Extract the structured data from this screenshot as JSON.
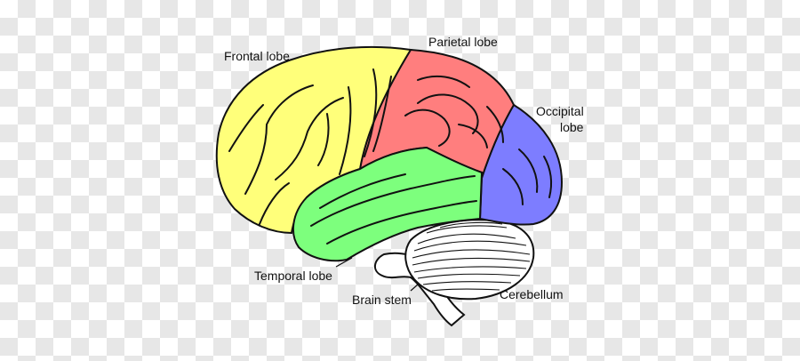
{
  "labels": {
    "frontal": "Frontal lobe",
    "parietal": "Parietal lobe",
    "occipital_line1": "Occipital",
    "occipital_line2": "lobe",
    "temporal": "Temporal lobe",
    "brain_stem": "Brain stem",
    "cerebellum": "Cerebellum"
  },
  "colors": {
    "frontal": "#ffff7a",
    "parietal": "#ff7e7e",
    "occipital": "#7d7dff",
    "temporal": "#7dff7d",
    "outline": "#111111",
    "cerebellum": "#ffffff",
    "brain_stem": "#ffffff"
  }
}
